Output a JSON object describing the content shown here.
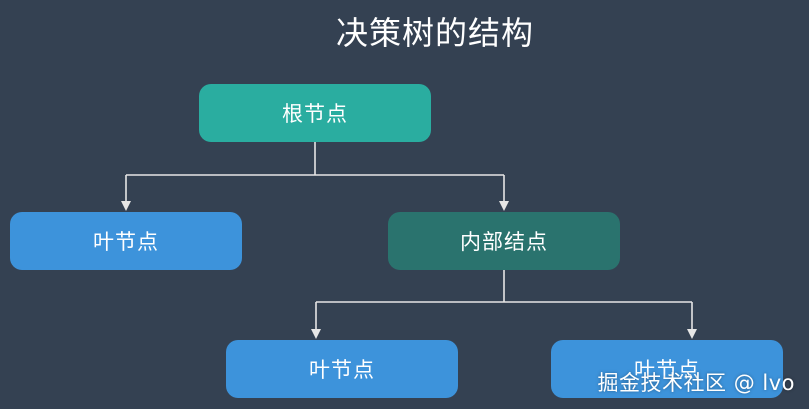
{
  "title": "决策树的结构",
  "nodes": {
    "root": "根节点",
    "leaf_left": "叶节点",
    "internal": "内部结点",
    "leaf_bottom_left": "叶节点",
    "leaf_bottom_right": "叶节点"
  },
  "watermark": "掘金技术社区 @ lvo",
  "colors": {
    "background": "#344152",
    "root": "#2aada0",
    "leaf": "#3d93db",
    "internal": "#2a736e",
    "connector": "#e6e6e6"
  }
}
